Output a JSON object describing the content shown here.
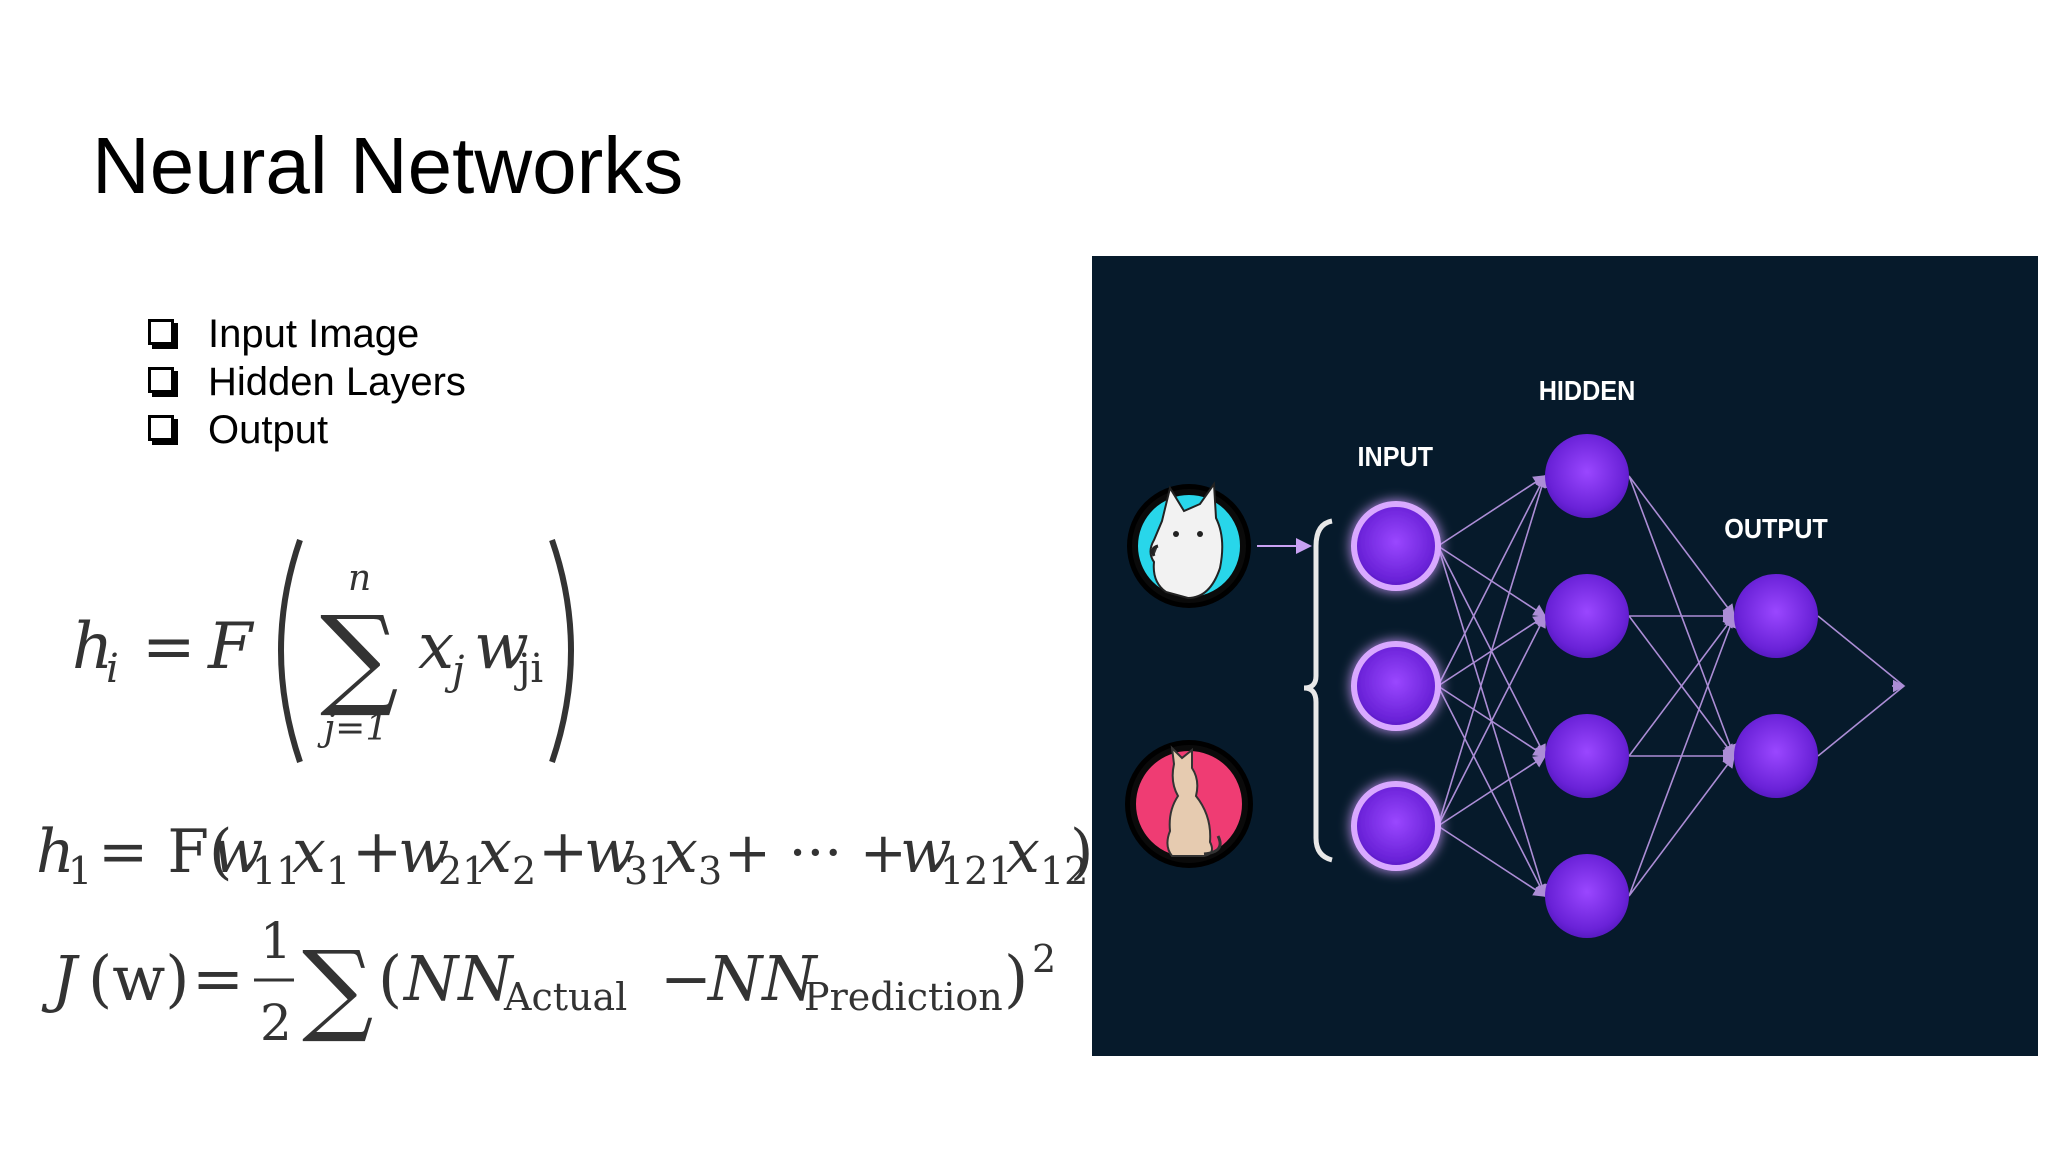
{
  "slide": {
    "title": "Neural Networks",
    "bullets": [
      "Input Image",
      "Hidden Layers",
      "Output"
    ]
  },
  "diagram": {
    "labels": {
      "input": "INPUT",
      "hidden": "HIDDEN",
      "output": "OUTPUT"
    },
    "layers": {
      "input": 3,
      "hidden": 4,
      "output": 2
    },
    "colors": {
      "background": "#061a2b",
      "node_fill": "#7a2ee8",
      "node_glow": "#d9a9ff",
      "connection": "#c9a2f4",
      "dog_circle": "#28d6ea",
      "cat_circle": "#ef3c73"
    }
  },
  "formulas": {
    "f1": {
      "lhs": "h",
      "lhs_sub": "i",
      "eq": "=",
      "F": "F",
      "sigma": "∑",
      "upper": "n",
      "lower": "j=1",
      "x": "x",
      "x_sub": "j",
      "w": "w",
      "w_sub": "ji"
    },
    "f2": {
      "h": "h",
      "h_sub": "1",
      "eqF": "= F(",
      "t1w": "w",
      "t1ws": "11",
      "t1x": "x",
      "t1xs": "1",
      "plus1": "+",
      "t2w": "w",
      "t2ws": "21",
      "t2x": "x",
      "t2xs": "2",
      "plus2": "+",
      "t3w": "w",
      "t3ws": "31",
      "t3x": "x",
      "t3xs": "3",
      "dots": "+ ··· +",
      "t4w": "w",
      "t4ws": "121",
      "t4x": "x",
      "t4xs": "12",
      "close": ")"
    },
    "f3": {
      "J": "J",
      "wpar": "(w)",
      "eq": "=",
      "num": "1",
      "den": "2",
      "sigma": "∑",
      "open": "(",
      "NN1": "NN",
      "sub1": "Actual",
      "minus": "−",
      "NN2": "NN",
      "sub2": "Prediction",
      "close": ")",
      "sup": "2"
    }
  }
}
